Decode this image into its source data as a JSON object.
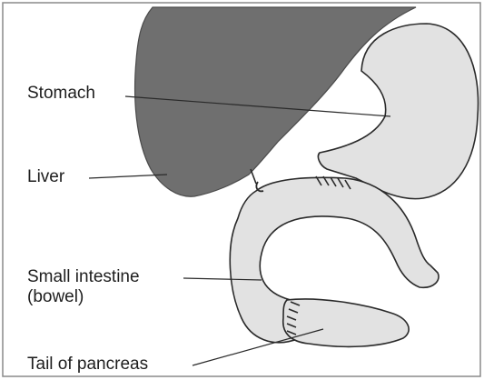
{
  "diagram": {
    "labels": {
      "stomach": "Stomach",
      "liver": "Liver",
      "small_intestine_line1": "Small intestine",
      "small_intestine_line2": "(bowel)",
      "tail_of_pancreas": "Tail of pancreas"
    },
    "colors": {
      "liver": "#6f6f6f",
      "organ_fill": "#e2e2e2",
      "outline": "#2a2a2a",
      "background": "#ffffff",
      "frame_border": "#8a8a8a"
    }
  }
}
